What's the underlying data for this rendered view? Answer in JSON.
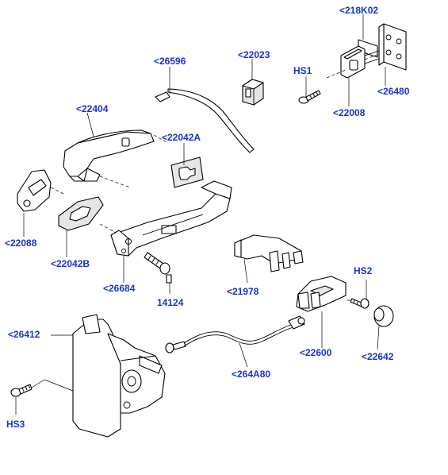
{
  "labels": {
    "p218K02": "<218K02",
    "p22023": "<22023",
    "p26596": "<26596",
    "hs1": "HS1",
    "p26480": "<26480",
    "p22008": "<22008",
    "p22404": "<22404",
    "p22042A": "<22042A",
    "p22088": "<22088",
    "p22042B": "<22042B",
    "p26684": "<26684",
    "p14124": "14124",
    "p21978": "<21978",
    "hs2": "HS2",
    "p26412": "<26412",
    "p22600": "<22600",
    "p22642": "<22642",
    "p264A80": "<264A80",
    "hs3": "HS3"
  },
  "colors": {
    "label": "#1a33cc",
    "line": "#000000",
    "background": "#ffffff"
  }
}
